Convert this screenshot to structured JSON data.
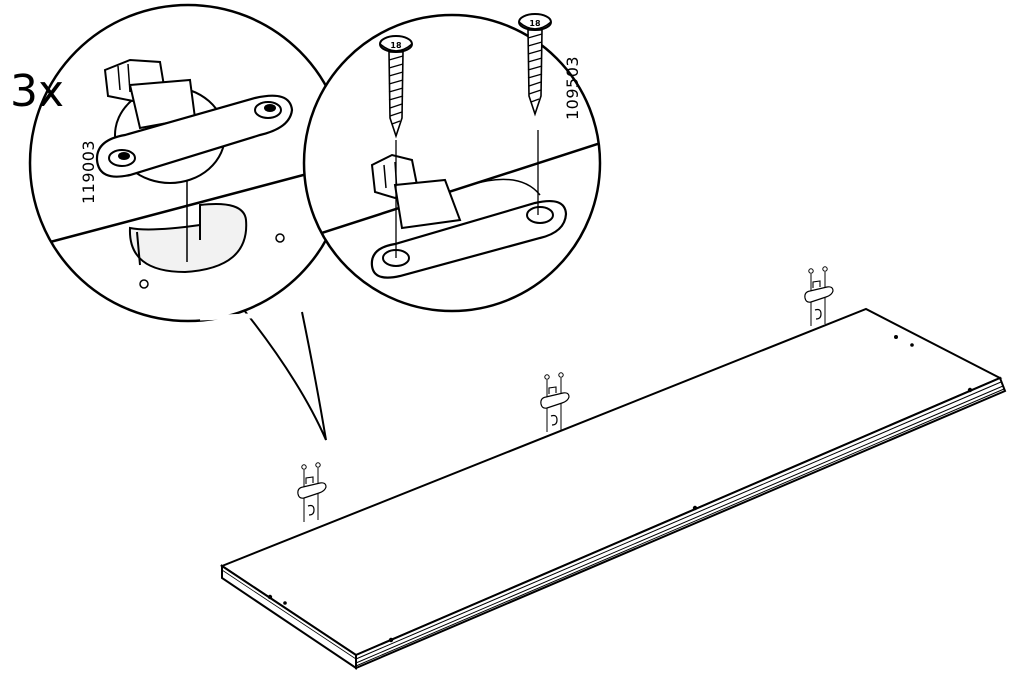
{
  "instruction": {
    "quantity_label": "3x",
    "part_numbers": {
      "fitting": "119003",
      "screw": "109503"
    },
    "screw_head_marks": [
      "18",
      "18"
    ]
  },
  "colors": {
    "line": "#000000",
    "background": "#ffffff",
    "part_fill": "#ffffff",
    "hole_fill": "#f2f2f2"
  },
  "icons": {
    "fitting": "cam-fitting-icon",
    "screw": "wood-screw-icon"
  }
}
